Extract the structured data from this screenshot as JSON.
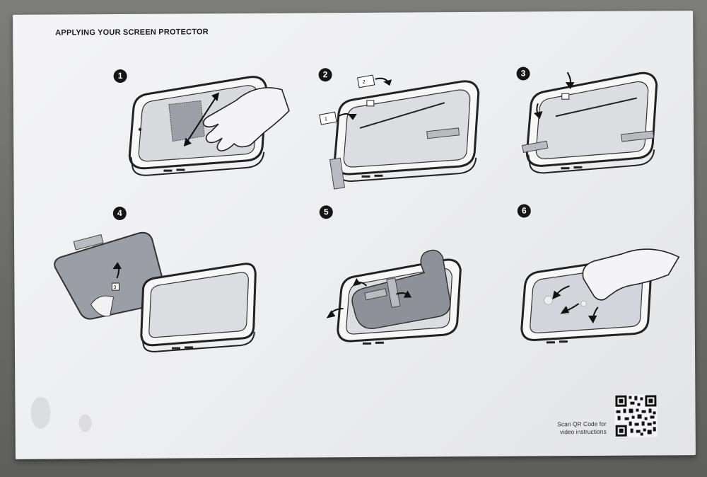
{
  "title": "APPLYING YOUR SCREEN PROTECTOR",
  "steps": [
    {
      "number": "1",
      "name": "wipe screen with cloth"
    },
    {
      "number": "2",
      "name": "attach guide stickers 1 and 2"
    },
    {
      "number": "3",
      "name": "fold stickers over edge"
    },
    {
      "number": "4",
      "name": "peel backing with sticker 3"
    },
    {
      "number": "5",
      "name": "lay protector down"
    },
    {
      "number": "6",
      "name": "smooth out bubbles"
    }
  ],
  "sticker_labels": [
    "1",
    "2",
    "3"
  ],
  "qr": {
    "line1": "Scan QR Code for",
    "line2": "video instructions"
  },
  "icons": [
    "hand-icon",
    "cloth-icon",
    "arrow-icon",
    "tablet-icon",
    "qr-code-icon"
  ]
}
